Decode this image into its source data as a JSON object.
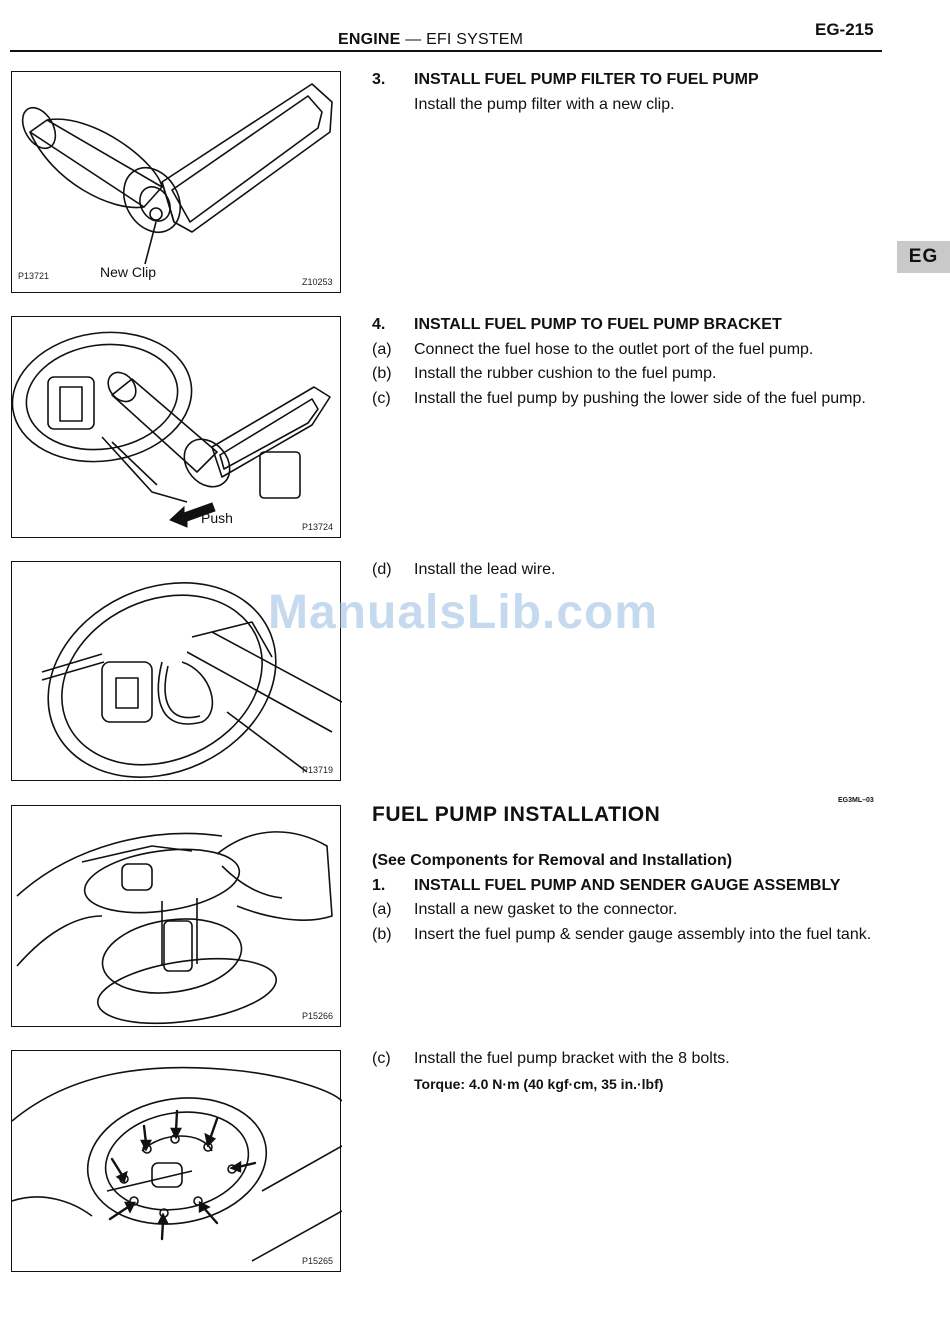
{
  "header": {
    "section": "ENGINE",
    "separator": "—",
    "subsection": "EFI SYSTEM",
    "page_number": "EG-215",
    "side_tab": "EG"
  },
  "watermark": "ManualsLib.com",
  "figures": [
    {
      "code_left": "P13721",
      "code_right": "Z10253",
      "label": "New Clip"
    },
    {
      "code_right": "P13724",
      "label": "Push"
    },
    {
      "code_right": "P13719"
    },
    {
      "code_right": "P15266"
    },
    {
      "code_right": "P15265"
    }
  ],
  "steps": {
    "s3": {
      "num": "3.",
      "title": "INSTALL FUEL PUMP FILTER TO FUEL PUMP",
      "text": "Install the pump filter with a new clip."
    },
    "s4": {
      "num": "4.",
      "title": "INSTALL FUEL PUMP TO FUEL PUMP BRACKET",
      "a": {
        "num": "(a)",
        "text": "Connect the fuel hose to the outlet port of the fuel pump."
      },
      "b": {
        "num": "(b)",
        "text": "Install the rubber cushion to the fuel pump."
      },
      "c": {
        "num": "(c)",
        "text": "Install the fuel pump by pushing the lower side of the fuel pump."
      },
      "d": {
        "num": "(d)",
        "text": "Install the lead wire."
      }
    }
  },
  "installation": {
    "title": "FUEL PUMP INSTALLATION",
    "code": "EG3ML–03",
    "note": "(See Components for Removal and Installation)",
    "s1": {
      "num": "1.",
      "title": "INSTALL FUEL PUMP AND SENDER GAUGE ASSEMBLY",
      "a": {
        "num": "(a)",
        "text": "Install a new gasket to the connector."
      },
      "b": {
        "num": "(b)",
        "text": "Insert the fuel pump & sender gauge assembly into the fuel tank."
      },
      "c": {
        "num": "(c)",
        "text": "Install the fuel pump bracket with the 8 bolts."
      },
      "torque": "Torque: 4.0 N·m (40 kgf·cm, 35 in.·lbf)"
    }
  }
}
